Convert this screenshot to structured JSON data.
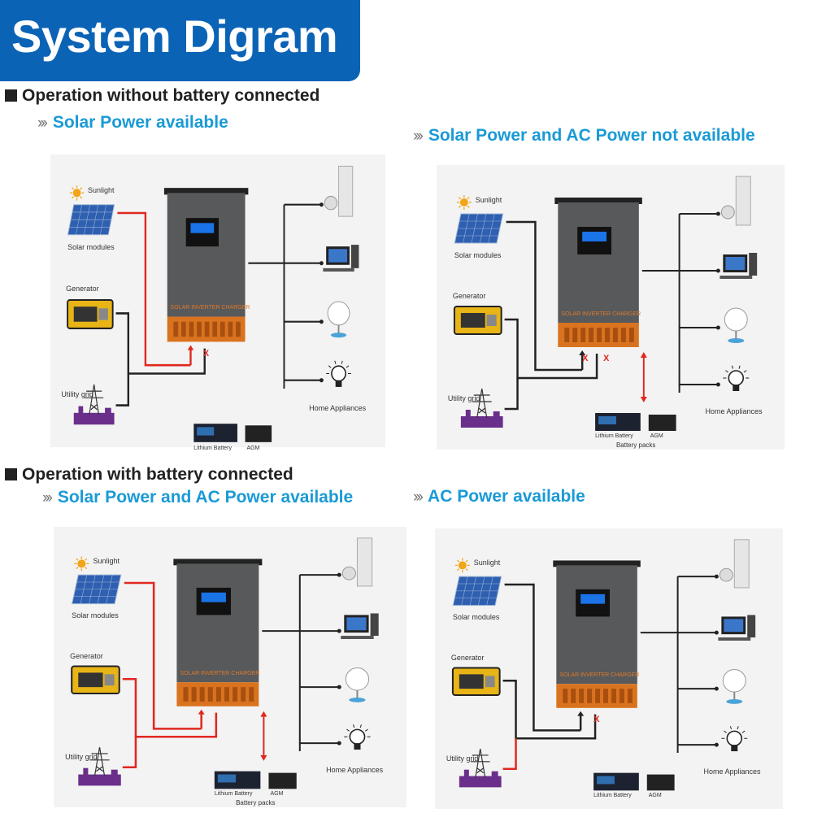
{
  "header": {
    "title": "System Digram"
  },
  "sections": [
    {
      "title": "Operation without battery connected"
    },
    {
      "title": "Operation with battery connected"
    }
  ],
  "panels": [
    {
      "subtitle": "Solar Power available",
      "labels": {
        "sunlight": "Sunlight",
        "solar_modules": "Solar modules",
        "generator": "Generator",
        "utility_grid": "Utility grid",
        "home_appliances": "Home Appliances",
        "lithium": "Lithium Battery",
        "agm": "AGM",
        "inverter": "SOLAR INVERTER CHARGER",
        "cross": "X"
      }
    },
    {
      "subtitle": "Solar Power and AC Power not available",
      "labels": {
        "sunlight": "Sunlight",
        "solar_modules": "Solar modules",
        "generator": "Generator",
        "utility_grid": "Utility grid",
        "home_appliances": "Home Appliances",
        "lithium": "Lithium Battery",
        "agm": "AGM",
        "battery_packs": "Battery packs",
        "inverter": "SOLAR INVERTER CHARGER",
        "cross": "X"
      }
    },
    {
      "subtitle": "Solar Power and AC Power available",
      "labels": {
        "sunlight": "Sunlight",
        "solar_modules": "Solar modules",
        "generator": "Generator",
        "utility_grid": "Utility grid",
        "home_appliances": "Home Appliances",
        "lithium": "Lithium Battery",
        "agm": "AGM",
        "battery_packs": "Battery packs",
        "inverter": "SOLAR INVERTER CHARGER"
      }
    },
    {
      "subtitle": "AC Power available",
      "labels": {
        "sunlight": "Sunlight",
        "solar_modules": "Solar modules",
        "generator": "Generator",
        "utility_grid": "Utility grid",
        "home_appliances": "Home Appliances",
        "lithium": "Lithium Battery",
        "agm": "AGM",
        "inverter": "SOLAR INVERTER CHARGER",
        "cross": "X"
      }
    }
  ],
  "colors": {
    "accent": "#0b63b6",
    "subtitle": "#1a9ad6",
    "flow_red": "#e0281e",
    "wire": "#222222",
    "inverter_body": "#57595b",
    "inverter_base": "#d9731f",
    "panel_bg": "#f3f3f3"
  }
}
